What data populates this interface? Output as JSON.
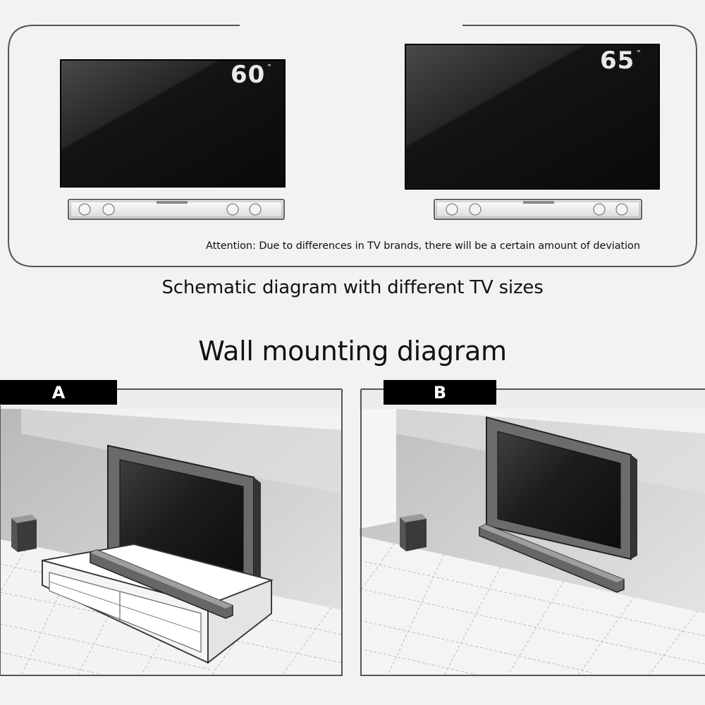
{
  "schematic": {
    "tv_left": {
      "size_label": "60",
      "unit_mark": "\""
    },
    "tv_right": {
      "size_label": "65",
      "unit_mark": "\""
    },
    "attention": "Attention: Due to differences in TV brands, there will be a certain amount of deviation",
    "caption": "Schematic diagram with different TV sizes"
  },
  "wall": {
    "title": "Wall mounting diagram",
    "panels": [
      {
        "label": "A"
      },
      {
        "label": "B"
      }
    ]
  }
}
